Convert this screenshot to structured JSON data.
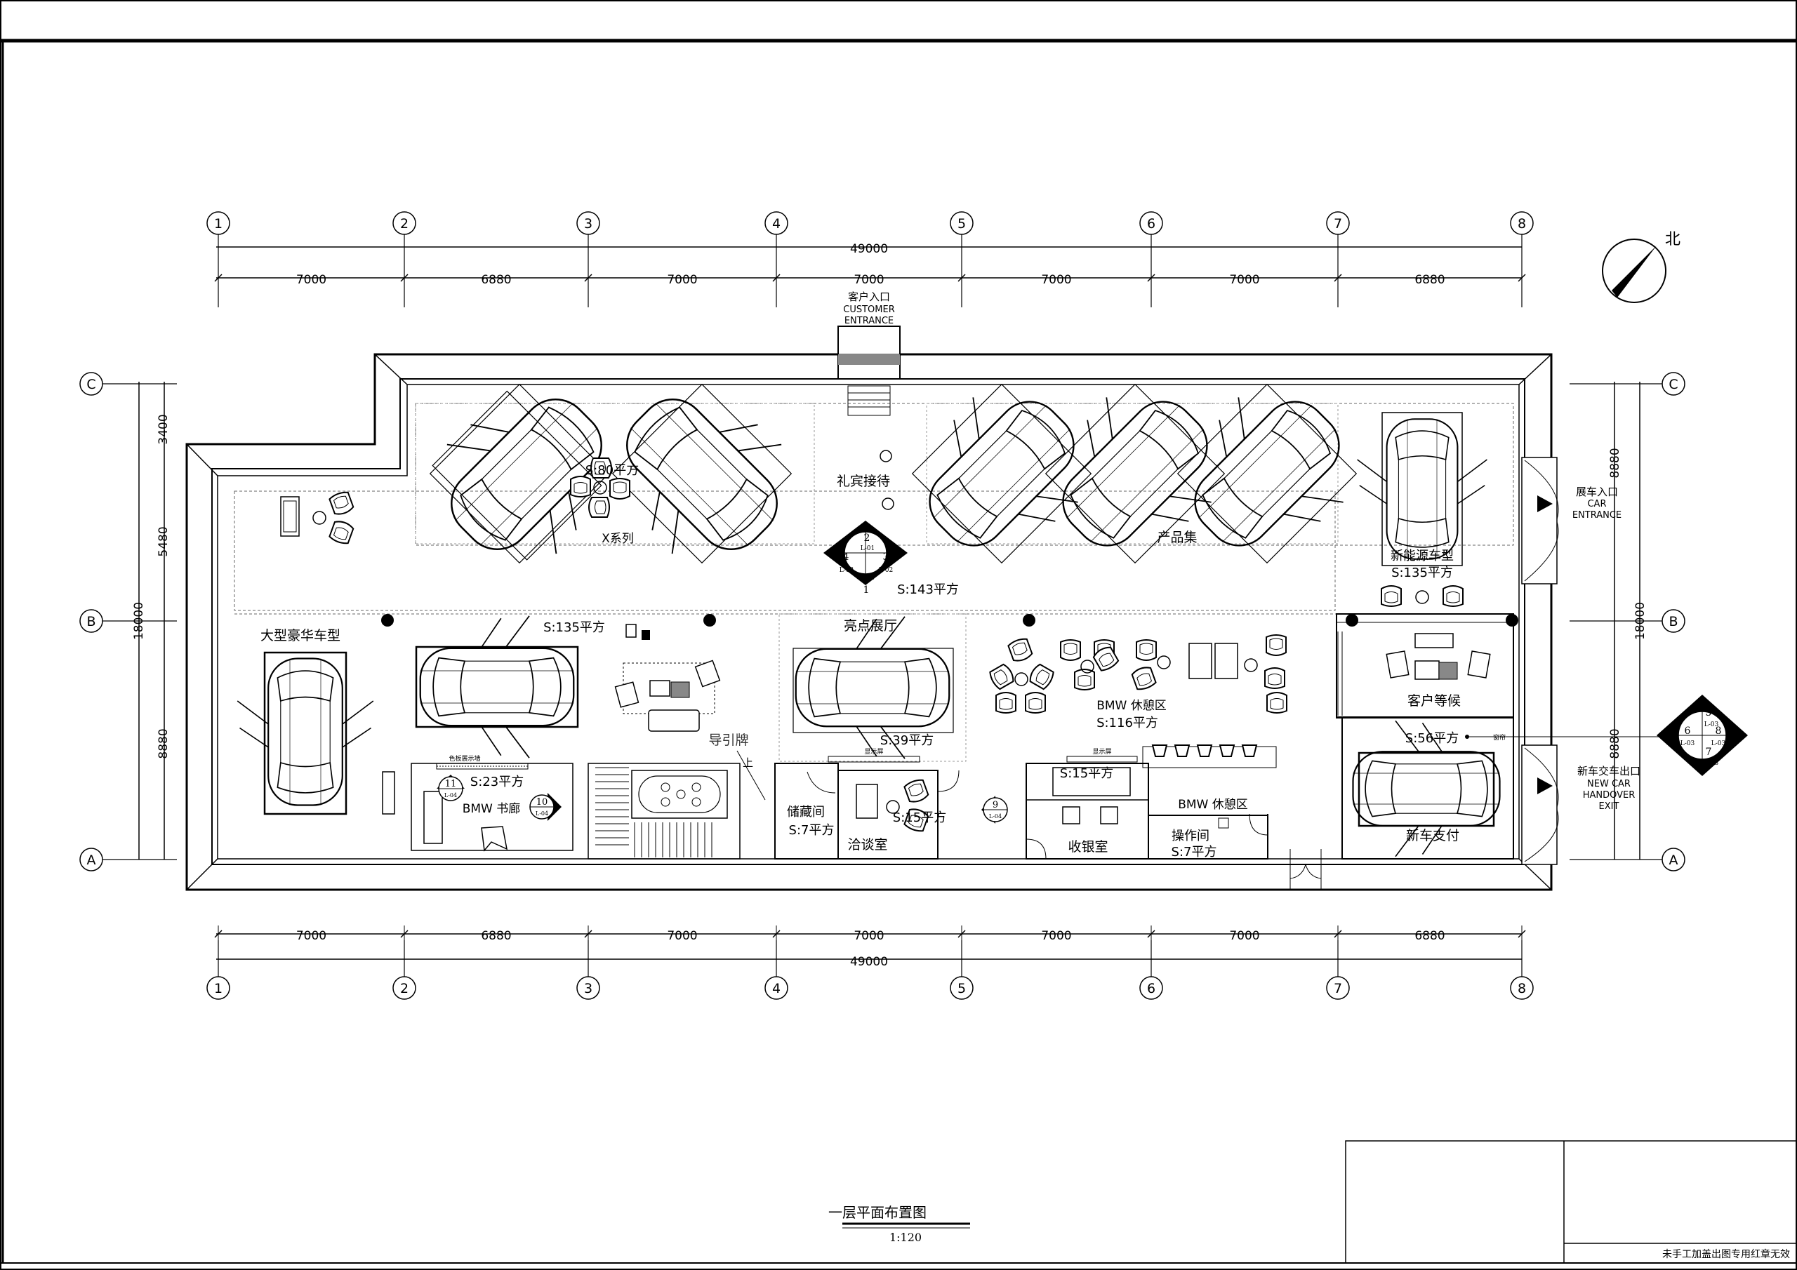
{
  "grid": {
    "columns": [
      "1",
      "2",
      "3",
      "4",
      "5",
      "6",
      "7",
      "8"
    ],
    "rows": [
      "C",
      "B",
      "A"
    ]
  },
  "dimensions": {
    "top_total": "49000",
    "top_spans": [
      "7000",
      "6880",
      "7000",
      "7000",
      "7000",
      "7000",
      "6880"
    ],
    "bottom_total": "49000",
    "bottom_spans": [
      "7000",
      "6880",
      "7000",
      "7000",
      "7000",
      "7000",
      "6880"
    ],
    "left_total": "18000",
    "left_spans": [
      "3400",
      "5480",
      "8880"
    ],
    "right_total": "18000",
    "right_spans": [
      "8880",
      "8880"
    ]
  },
  "north_label": "北",
  "entrances": {
    "customer_cn": "客户入口",
    "customer_en1": "CUSTOMER",
    "customer_en2": "ENTRANCE",
    "car_cn": "展车入口",
    "car_en1": "CAR",
    "car_en2": "ENTRANCE",
    "handover_cn": "新车交车出口",
    "handover_en1": "NEW CAR",
    "handover_en2": "HANDOVER",
    "handover_en3": "EXIT"
  },
  "rooms": {
    "x_series": "X系列",
    "x_series_area": "S:80平方",
    "reception": "礼宾接待",
    "product_collection": "产品集",
    "hall_area": "S:143平方",
    "new_energy": "新能源车型",
    "new_energy_area": "S:135平方",
    "large_luxury": "大型豪华车型",
    "luxury_area": "S:135平方",
    "highlight_hall": "亮点展厅",
    "highlight_area": "S:39平方",
    "bmw_lounge": "BMW 休憩区",
    "lounge_area": "S:116平方",
    "customer_waiting": "客户等候",
    "waiting_area": "S:56平方",
    "new_car_payment": "新车支付",
    "bmw_library": "BMW 书廊",
    "library_area": "S:23平方",
    "guide_sign": "导引牌",
    "storage": "储藏间",
    "storage_area": "S:7平方",
    "negotiation": "洽谈室",
    "negotiation_area": "S:15平方",
    "cashier": "收银室",
    "cashier_area": "S:15平方",
    "bmw_lounge2": "BMW 休憩区",
    "operation": "操作间",
    "operation_area": "S:7平方",
    "display_screen": "显示屏",
    "display_screen2": "显示屏",
    "book_wall": "色板展示墙",
    "up": "上",
    "window_label": "窗帘"
  },
  "markers": {
    "m1": {
      "n1": "2",
      "l1": "L-01",
      "n2": "4",
      "l2": "L-02",
      "n3": "3",
      "l3": "L-02",
      "n4": "1",
      "l4": "L-01"
    },
    "m2": {
      "n1": "5",
      "l1": "L-03",
      "n2": "6",
      "l2": "L-03",
      "n3": "7",
      "l3": "L-03",
      "n4": "8",
      "l4": "L-03"
    },
    "m9": {
      "n": "9",
      "l": "L-04"
    },
    "m10": {
      "n": "10",
      "l": "L-04"
    },
    "m11": {
      "n": "11",
      "l": "L-04"
    }
  },
  "title_block": {
    "drawing_title": "一层平面布置图",
    "scale": "1:120",
    "stamp_note": "未手工加盖出图专用红章无效"
  }
}
